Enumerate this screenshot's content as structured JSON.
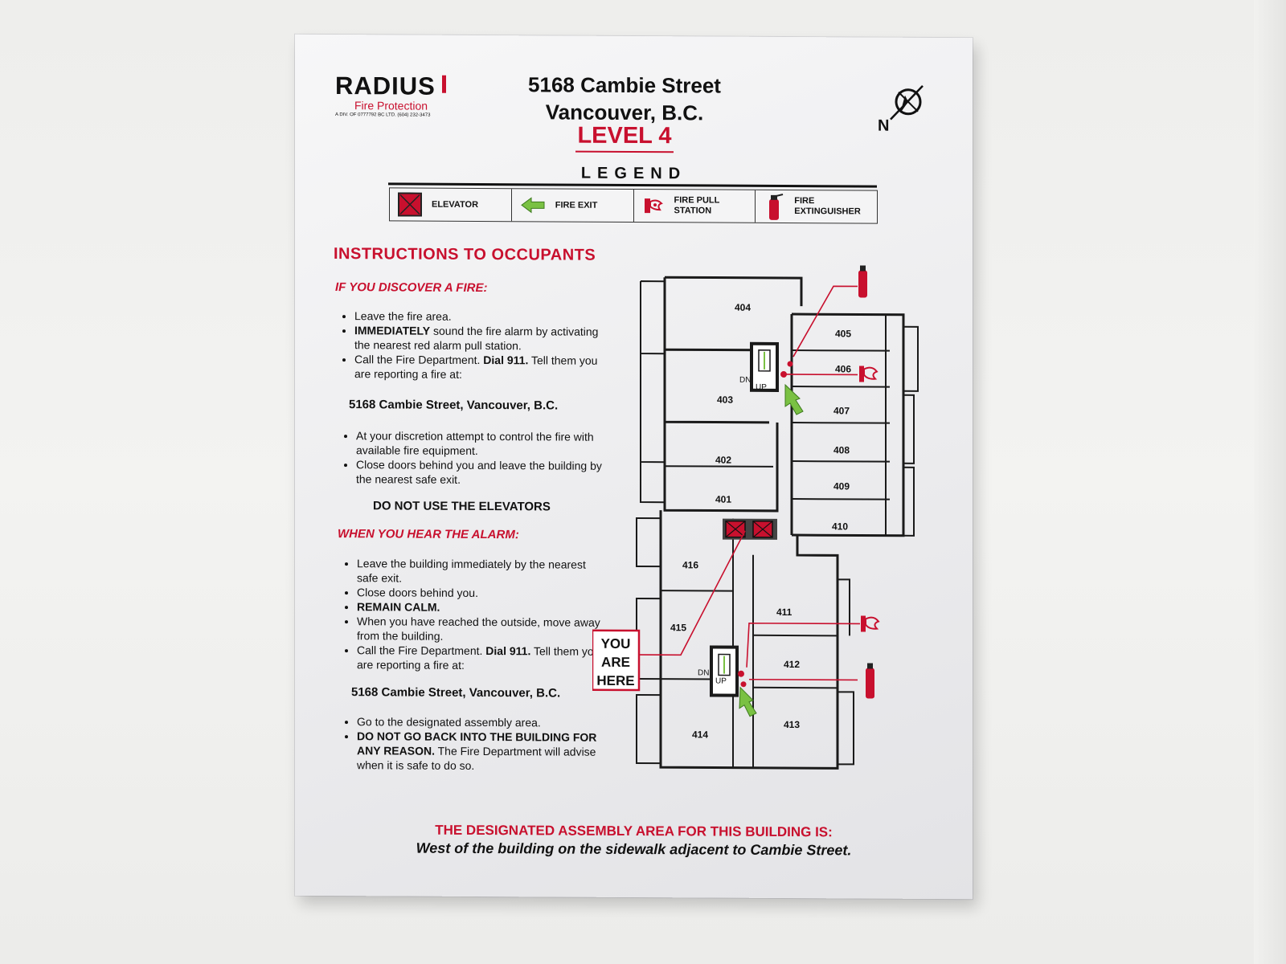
{
  "brand": {
    "name": "RADIUS",
    "subtitle": "Fire Protection",
    "info": "A DIV. OF 0777792 BC LTD.   (604) 232-3473"
  },
  "address": {
    "line1": "5168 Cambie Street",
    "line2": "Vancouver, B.C."
  },
  "level": "LEVEL 4",
  "compass_label": "N",
  "legend": {
    "title": "LEGEND",
    "items": [
      {
        "icon": "elevator-icon",
        "label": "ELEVATOR"
      },
      {
        "icon": "fire-exit-arrow-icon",
        "label": "FIRE  EXIT"
      },
      {
        "icon": "fire-pull-station-icon",
        "label_line1": "FIRE PULL",
        "label_line2": "STATION"
      },
      {
        "icon": "fire-extinguisher-icon",
        "label_line1": "FIRE",
        "label_line2": "EXTINGUISHER"
      }
    ]
  },
  "instructions": {
    "title": "INSTRUCTIONS TO OCCUPANTS",
    "discover": {
      "heading": "IF YOU DISCOVER A FIRE:",
      "b1": "Leave the fire area.",
      "b2_bold": "IMMEDIATELY",
      "b2_rest": " sound the fire alarm by activating the nearest red alarm pull station.",
      "b3_pre": "Call the Fire Department.  ",
      "b3_bold": "Dial 911.",
      "b3_post": "  Tell them you are reporting a fire at:",
      "address": "5168 Cambie Street, Vancouver, B.C.",
      "b4": "At your discretion attempt to control the fire with available fire equipment.",
      "b5": "Close doors behind you and leave the building by the nearest safe exit.",
      "warning": "DO NOT USE THE ELEVATORS"
    },
    "alarm": {
      "heading": "WHEN YOU HEAR THE ALARM:",
      "b1": "Leave the building immediately by the nearest safe exit.",
      "b2": "Close doors behind you.",
      "b3": "REMAIN CALM.",
      "b4": "When you have reached the outside, move away from the building.",
      "b5_pre": "Call the Fire Department.  ",
      "b5_bold": "Dial 911.",
      "b5_post": "  Tell them you are reporting a fire at:",
      "address": "5168 Cambie Street, Vancouver, B.C.",
      "b6": "Go to the designated assembly area.",
      "b7_bold": "DO NOT GO BACK INTO THE BUILDING FOR ANY REASON.",
      "b7_rest": " The Fire Department will advise when it is safe to do so."
    }
  },
  "floor_plan": {
    "units": [
      "404",
      "405",
      "406",
      "403",
      "407",
      "408",
      "402",
      "409",
      "401",
      "410",
      "416",
      "411",
      "415",
      "412",
      "414",
      "413"
    ],
    "stair_labels": {
      "down": "DN",
      "up": "UP"
    },
    "you_are_here": [
      "YOU",
      "ARE",
      "HERE"
    ]
  },
  "assembly": {
    "label": "THE DESIGNATED ASSEMBLY AREA FOR THIS BUILDING IS:",
    "value": "West of the building on the sidewalk adjacent to Cambie Street."
  },
  "colors": {
    "accent_red": "#c8102e",
    "exit_green": "#7ac143",
    "ink": "#111111"
  }
}
